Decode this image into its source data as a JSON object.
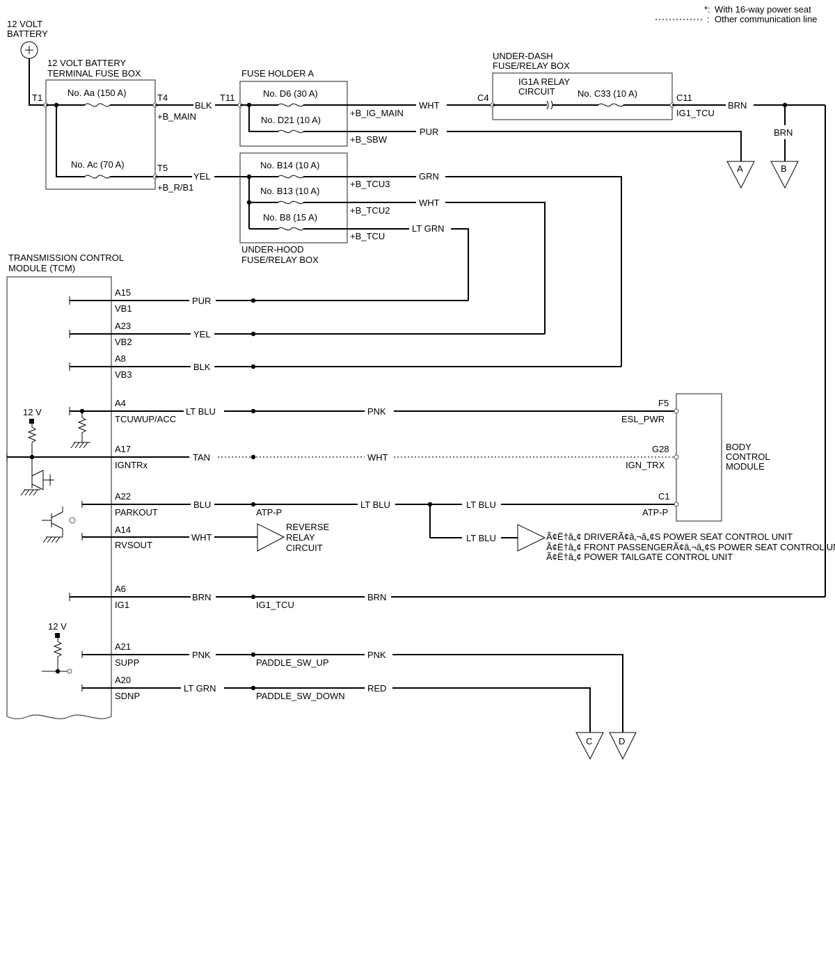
{
  "legend": {
    "star_text": "With 16-way power seat",
    "star_mark": "*:",
    "dotted_text": "Other communication line",
    "colon": ":"
  },
  "battery": {
    "line1": "12 VOLT",
    "line2": "BATTERY",
    "terminal": "T1"
  },
  "terminal_fuse_box": {
    "title1": "12 VOLT BATTERY",
    "title2": "TERMINAL FUSE BOX",
    "fuse_aa": "No. Aa (150 A)",
    "fuse_ac": "No. Ac (70 A)",
    "t4": "T4",
    "t5": "T5",
    "b_main": "+B_MAIN",
    "b_rb1": "+B_R/B1"
  },
  "fuse_holder_a": {
    "title": "FUSE HOLDER A",
    "t11": "T11",
    "fuse_d6": "No. D6 (30 A)",
    "fuse_d21": "No. D21 (10 A)",
    "b_ig_main": "+B_IG_MAIN",
    "b_sbw": "+B_SBW"
  },
  "under_dash": {
    "title1": "UNDER-DASH",
    "title2": "FUSE/RELAY BOX",
    "relay1": "IG1A RELAY",
    "relay2": "CIRCUIT",
    "fuse_c33": "No. C33 (10 A)",
    "c4": "C4",
    "c11": "C11",
    "ig1_tcu": "IG1_TCU"
  },
  "under_hood": {
    "title1": "UNDER-HOOD",
    "title2": "FUSE/RELAY BOX",
    "fuse_b14": "No. B14 (10 A)",
    "fuse_b13": "No. B13 (10 A)",
    "fuse_b8": "No. B8 (15 A)",
    "b_tcu3": "+B_TCU3",
    "b_tcu2": "+B_TCU2",
    "b_tcu": "+B_TCU"
  },
  "wires": {
    "blk_top": "BLK",
    "yel_top": "YEL",
    "wht_top": "WHT",
    "pur_top": "PUR",
    "brn_top": "BRN",
    "brn_down": "BRN",
    "grn": "GRN",
    "wht_mid": "WHT",
    "lt_grn": "LT GRN"
  },
  "connectors": {
    "a": "A",
    "b": "B",
    "c": "C",
    "d": "D"
  },
  "tcm": {
    "title1": "TRANSMISSION CONTROL",
    "title2": "MODULE (TCM)",
    "v12_top": "12 V",
    "v12_bottom": "12 V",
    "pins": [
      {
        "pin": "A15",
        "name": "VB1",
        "wire": "PUR"
      },
      {
        "pin": "A23",
        "name": "VB2",
        "wire": "YEL"
      },
      {
        "pin": "A8",
        "name": "VB3",
        "wire": "BLK"
      },
      {
        "pin": "A4",
        "name": "TCUWUP/ACC",
        "wire": "LT BLU",
        "wire2": "PNK"
      },
      {
        "pin": "A17",
        "name": "IGNTRx",
        "wire": "TAN",
        "wire2": "WHT"
      },
      {
        "pin": "A22",
        "name": "PARKOUT",
        "wire": "BLU",
        "signal": "ATP-P",
        "wire2": "LT BLU"
      },
      {
        "pin": "A14",
        "name": "RVSOUT",
        "wire": "WHT"
      },
      {
        "pin": "A6",
        "name": "IG1",
        "wire": "BRN",
        "signal": "IG1_TCU",
        "wire2": "BRN"
      },
      {
        "pin": "A21",
        "name": "SUPP",
        "wire": "PNK",
        "signal": "PADDLE_SW_UP",
        "wire2": "PNK"
      },
      {
        "pin": "A20",
        "name": "SDNP",
        "wire": "LT GRN",
        "signal": "PADDLE_SW_DOWN",
        "wire2": "RED"
      }
    ]
  },
  "reverse_relay": {
    "line1": "REVERSE",
    "line2": "RELAY",
    "line3": "CIRCUIT"
  },
  "bcm": {
    "title1": "BODY",
    "title2": "CONTROL",
    "title3": "MODULE",
    "f5": "F5",
    "esl_pwr": "ESL_PWR",
    "g28": "G28",
    "ign_trx": "IGN_TRX",
    "c1": "C1",
    "atp_p": "ATP-P"
  },
  "branch": {
    "wire_upper": "LT BLU",
    "wire_lower": "LT BLU",
    "targets": [
      "Ã¢Ë†â„¢ DRIVERÃ¢â‚¬â„¢S POWER SEAT CONTROL UNIT",
      "Ã¢Ë†â„¢ FRONT PASSENGERÃ¢â‚¬â„¢S POWER SEAT CONTROL UNIT",
      "Ã¢Ë†â„¢ POWER TAILGATE CONTROL UNIT"
    ]
  }
}
